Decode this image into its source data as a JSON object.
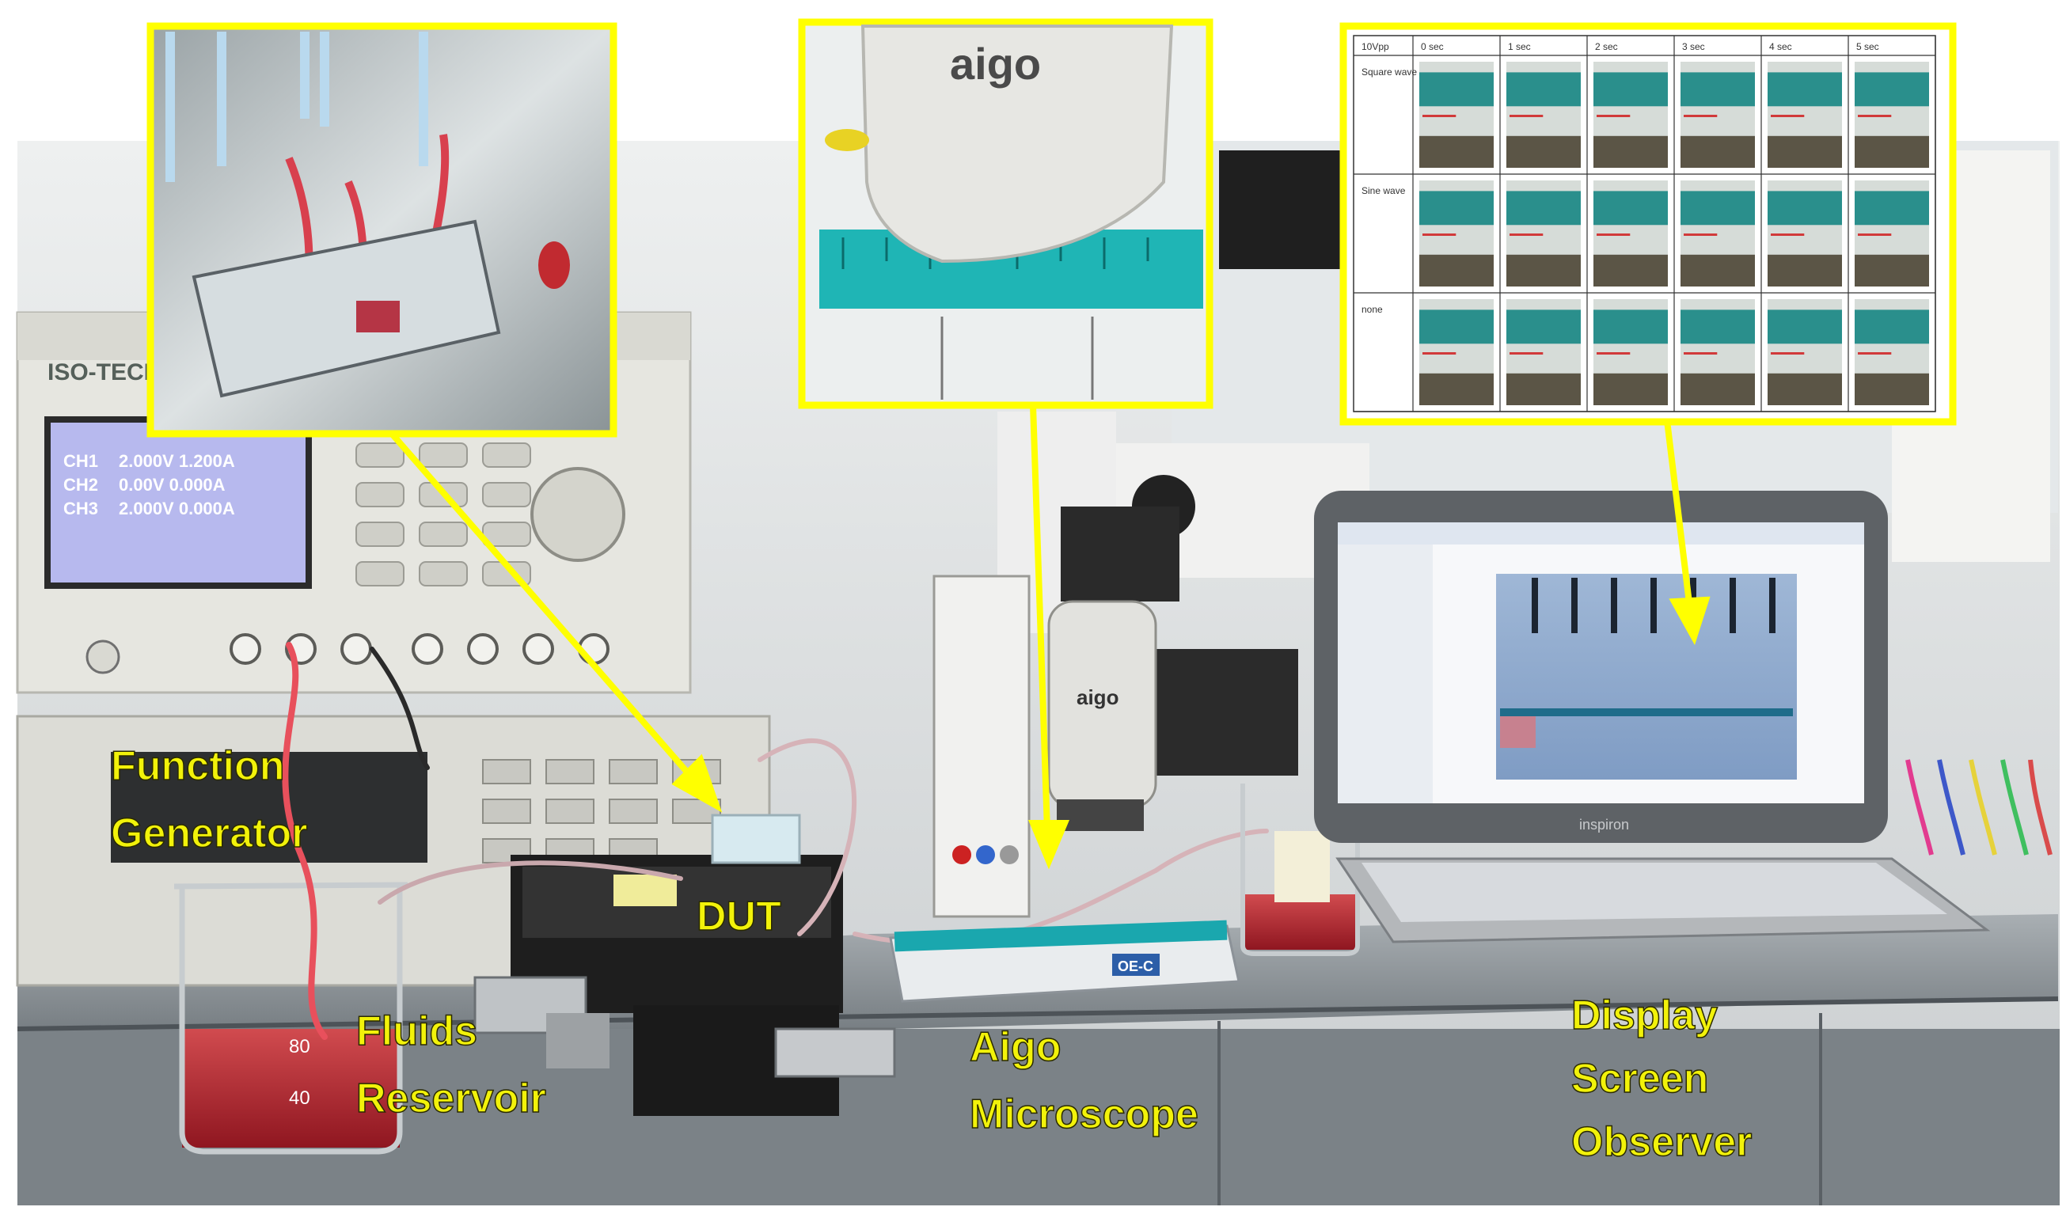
{
  "labels": {
    "function_generator": [
      "Function",
      "Generator"
    ],
    "fluids_reservoir": [
      "Fluids",
      "Reservoir"
    ],
    "dut": "DUT",
    "aigo_microscope": [
      "Aigo",
      "Microscope"
    ],
    "display_screen_observer": [
      "Display",
      "Screen",
      "Observer"
    ]
  },
  "equipment_text": {
    "psu_brand": "ISO-TECH",
    "psu_ch1": "CH1",
    "psu_ch2": "CH2",
    "psu_ch3": "CH3",
    "psu_ch1_values": "2.000V 1.200A",
    "psu_ch2_values": "0.00V 0.000A",
    "psu_ch3_values": "2.000V 0.000A",
    "microscope_brand": "aigo",
    "laptop_brand": "inspiron",
    "stage_badge": "OE-C",
    "beaker_mark_80": "80",
    "beaker_mark_40": "40"
  },
  "inset_table": {
    "corner": "10Vpp",
    "columns": [
      "0 sec",
      "1 sec",
      "2 sec",
      "3 sec",
      "4 sec",
      "5 sec"
    ],
    "rows": [
      "Square wave",
      "Sine wave",
      "none"
    ]
  },
  "colors": {
    "callout_yellow": "#ffff00",
    "label_yellow": "#f2f20a",
    "lab_wall": "#d8dcde",
    "bench_steel": "#8a9196",
    "liquid_red": "#b3202b"
  }
}
